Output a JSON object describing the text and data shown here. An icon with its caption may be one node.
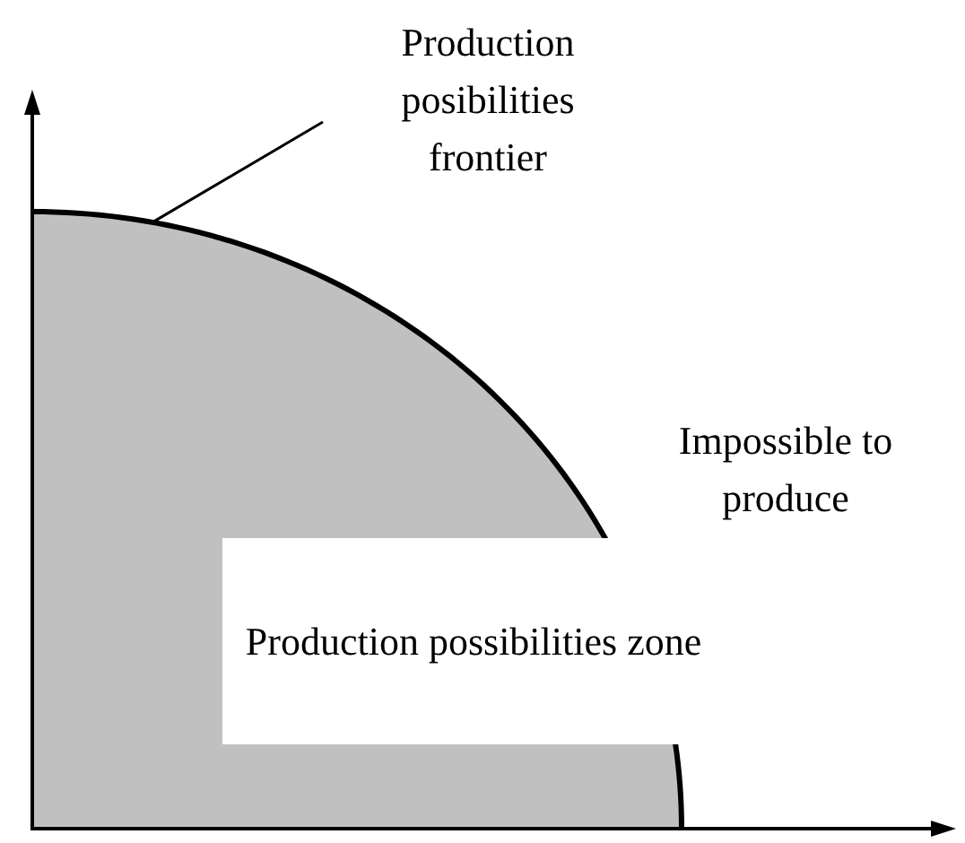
{
  "diagram": {
    "nodes": [
      {
        "text": [
          "Production posibilities frontier"
        ]
      },
      {
        "text": [],
        "shape": "curve"
      },
      {
        "text": [
          "Production possibilities zone"
        ]
      }
    ],
    "edges": [
      {
        "from": 0,
        "to": 1,
        "arrow": "none"
      }
    ],
    "labels": [
      "Impossible to produce"
    ]
  }
}
